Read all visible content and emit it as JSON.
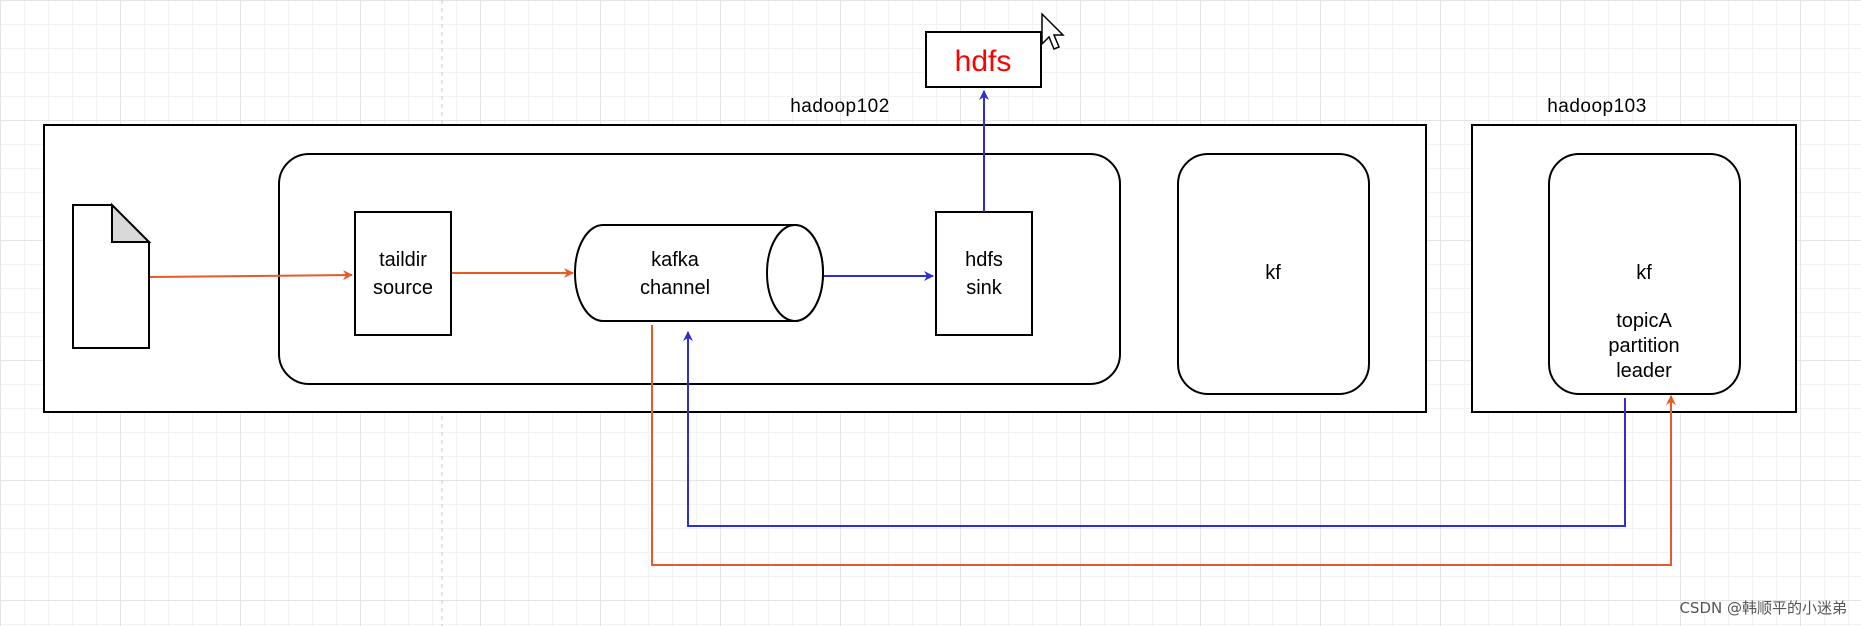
{
  "diagram": {
    "hosts": {
      "left": "hadoop102",
      "right": "hadoop103"
    },
    "hdfs_target": "hdfs",
    "nodes": {
      "source": [
        "taildir",
        "source"
      ],
      "channel": [
        "kafka",
        "channel"
      ],
      "sink": [
        "hdfs",
        "sink"
      ],
      "kf_left": "kf",
      "kf_right": [
        "kf",
        "topicA",
        "partition",
        "leader"
      ]
    },
    "colors": {
      "orange_arrow": "#e85a2a",
      "blue_arrow": "#2f2fd0",
      "hdfs_text": "#ff0000",
      "box_stroke": "#000000",
      "file_fold": "#d9d9d9"
    }
  },
  "watermark": "CSDN @韩顺平的小迷弟"
}
